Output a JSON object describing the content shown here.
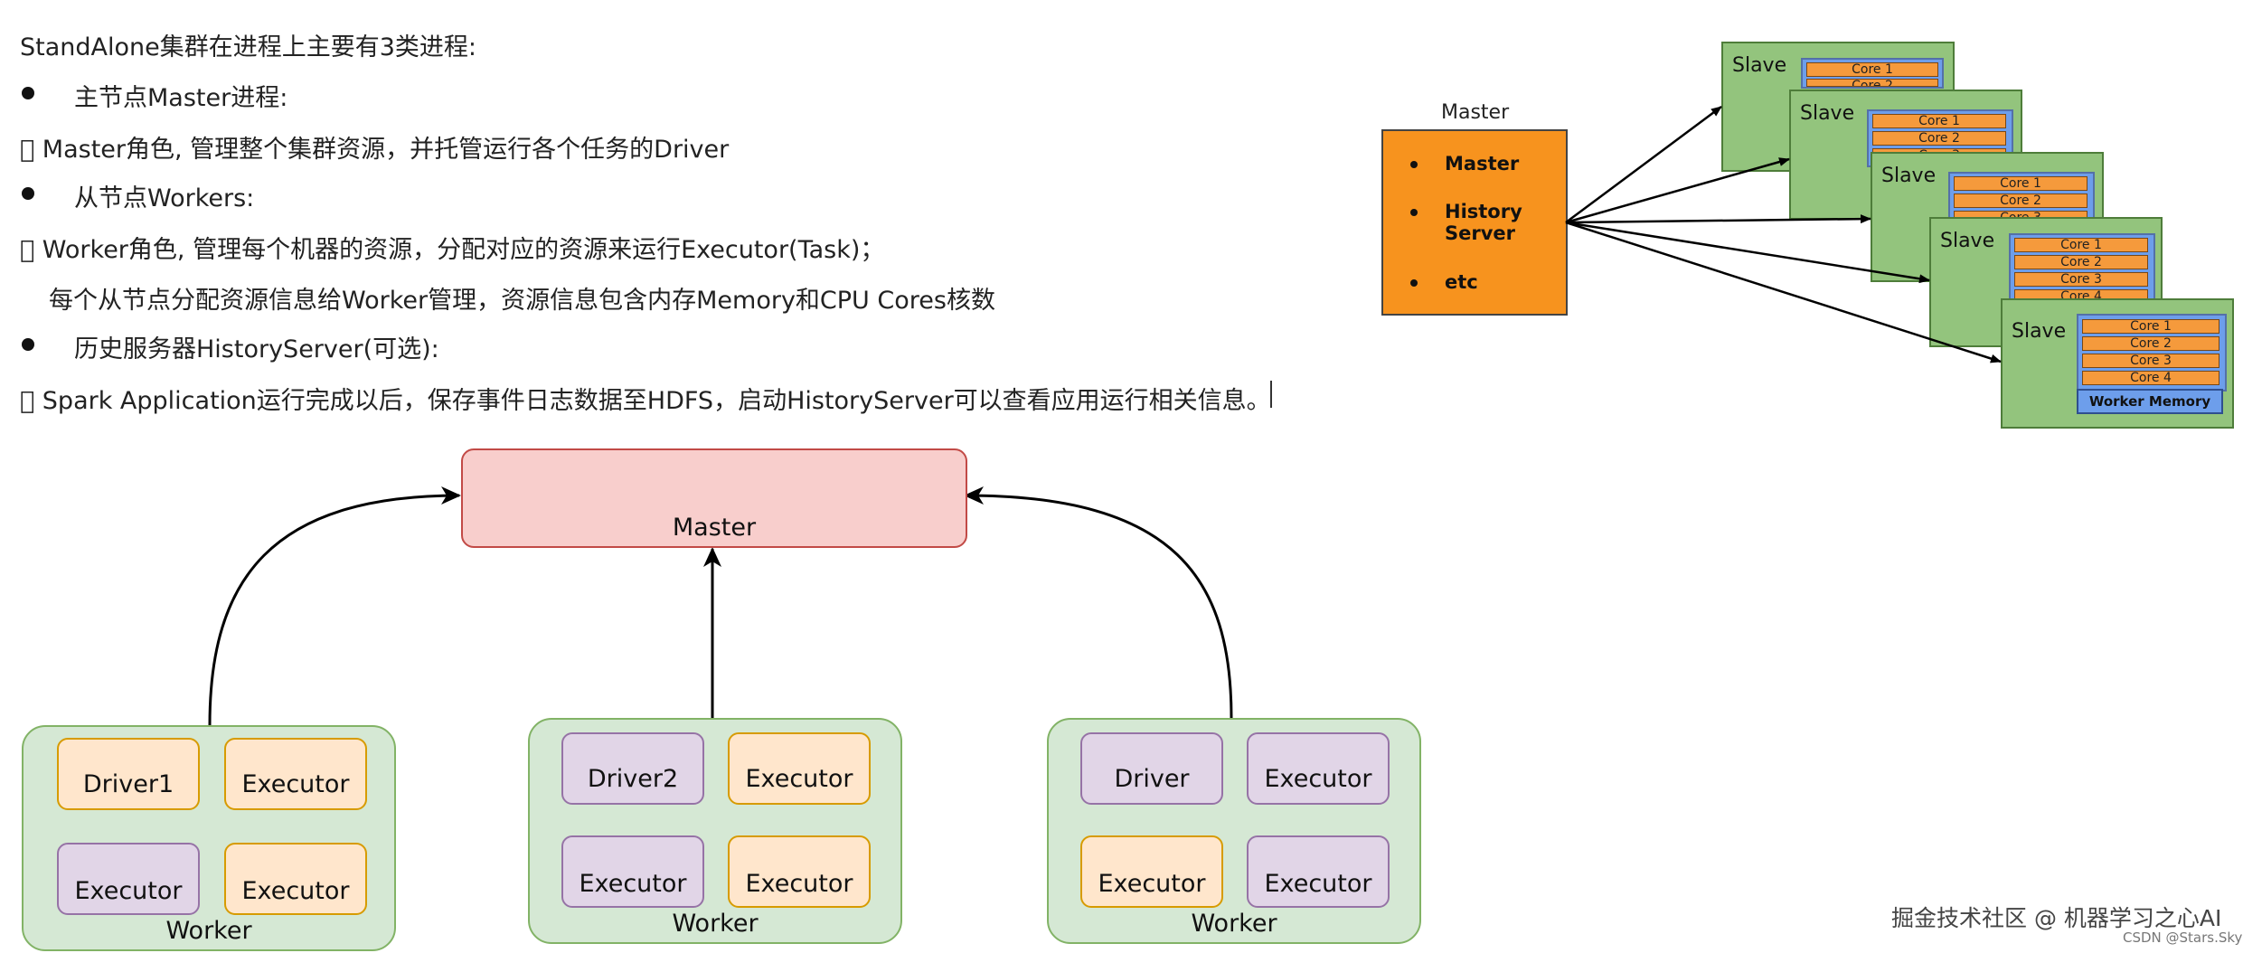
{
  "text_lines": {
    "intro": "StandAlone集群在进程上主要有3类进程:",
    "master_heading": "主节点Master进程:",
    "master_desc": "\u0000 Master角色, 管理整个集群资源，并托管运行各个任务的Driver",
    "workers_heading": "从节点Workers:",
    "worker_desc": "\u0000 Worker角色, 管理每个机器的资源，分配对应的资源来运行Executor(Task)；",
    "worker_desc2": "每个从节点分配资源信息给Worker管理，资源信息包含内存Memory和CPU Cores核数",
    "history_heading": "历史服务器HistoryServer(可选):",
    "history_desc": "\u0000 Spark Application运行完成以后，保存事件日志数据至HDFS，启动HistoryServer可以查看应用运行相关信息。"
  },
  "cluster_figure": {
    "master_title": "Master",
    "master_items": [
      "Master",
      "History Server",
      "etc"
    ],
    "slave_label": "Slave",
    "core_labels": [
      "Core 1",
      "Core 2",
      "Core 3",
      "Core 4"
    ],
    "worker_memory": "Worker Memory",
    "colors": {
      "slave": "#93c47d",
      "core": "#f59a3c",
      "master": "#f7931e",
      "memory": "#6d9eeb"
    }
  },
  "bottom_diagram": {
    "master_label": "Master",
    "workers": [
      {
        "label": "Worker",
        "nodes": [
          "Driver1",
          "Executor",
          "Executor",
          "Executor"
        ]
      },
      {
        "label": "Worker",
        "nodes": [
          "Driver2",
          "Executor",
          "Executor",
          "Executor"
        ]
      },
      {
        "label": "Worker",
        "nodes": [
          "Driver",
          "Executor",
          "Executor",
          "Executor"
        ]
      }
    ],
    "colors": {
      "master": "#f8cecc",
      "worker": "#d5e8d4",
      "driver": "#e1d5e7",
      "executor": "#ffe6cc"
    }
  },
  "watermark": {
    "main": "掘金技术社区 @ 机器学习之心AI",
    "sub": "CSDN @Stars.Sky"
  }
}
